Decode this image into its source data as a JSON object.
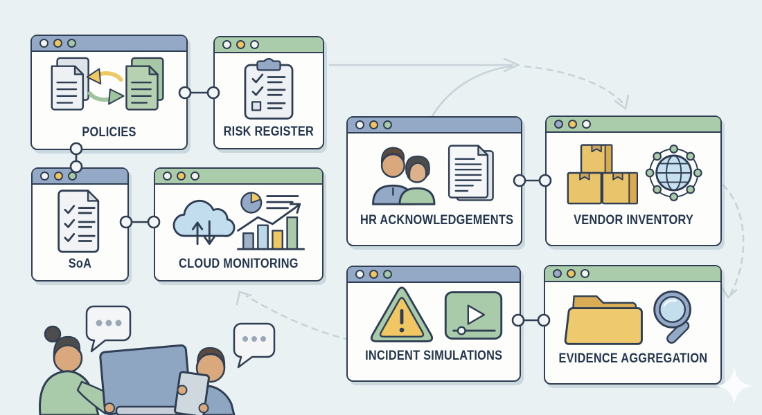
{
  "palette": {
    "background": "#e9f1f2",
    "card_bg": "#fdfdfb",
    "outline": "#2f3e53",
    "text": "#24364d",
    "bar_blue": "#93a9c6",
    "bar_green": "#abccab",
    "dot_white": "#f4f5f0",
    "dot_yellow": "#f0c660",
    "dot_green": "#a8c9a8",
    "dot_blue": "#9ba9c4",
    "arrow": "#c7d3d9",
    "accent_yellow": "#eec865",
    "accent_green": "#a9cba9",
    "accent_blue": "#93a9c6",
    "accent_blue_light": "#c2ddee",
    "doc_gray": "#eef1f3",
    "doc_green": "#b6d1b2",
    "box_amber": "#e9c46a",
    "folder_yellow": "#eec96d",
    "skin": "#d9a87c",
    "hair_dark": "#4c4c4c",
    "hair_brown": "#5b4a3e"
  },
  "cards": [
    {
      "id": "policies",
      "label": "POLICIES",
      "bar_color": "#93a9c6",
      "icon": "document-sync-icon",
      "dots": [
        "#f4f5f0",
        "#f0c660",
        "#a8c9a8"
      ]
    },
    {
      "id": "risk-register",
      "label": "RISK REGISTER",
      "bar_color": "#abccab",
      "icon": "clipboard-checklist-icon",
      "dots": [
        "#f4f5f0",
        "#f0c660",
        "#f4f5f0"
      ]
    },
    {
      "id": "soa",
      "label": "SoA",
      "bar_color": "#93a9c6",
      "icon": "checklist-document-icon",
      "dots": [
        "#f4f5f0",
        "#f0c660",
        "#a8c9a8"
      ]
    },
    {
      "id": "cloud-monitoring",
      "label": "CLOUD MONITORING",
      "bar_color": "#abccab",
      "icon": "cloud-analytics-icon",
      "dots": [
        "#f4f5f0",
        "#f0c660",
        "#f4f5f0"
      ]
    },
    {
      "id": "hr-acknowledgements",
      "label": "HR ACKNOWLEDGEMENTS",
      "bar_color": "#93a9c6",
      "icon": "people-document-icon",
      "dots": [
        "#f4f5f0",
        "#f0c660",
        "#a8c9a8"
      ]
    },
    {
      "id": "vendor-inventory",
      "label": "VENDOR INVENTORY",
      "bar_color": "#abccab",
      "icon": "boxes-globe-icon",
      "dots": [
        "#9ba9c4",
        "#f0c660",
        "#f4f5f0"
      ]
    },
    {
      "id": "incident-simulations",
      "label": "INCIDENT SIMULATIONS",
      "bar_color": "#93a9c6",
      "icon": "warning-video-player-icon",
      "dots": [
        "#f4f5f0",
        "#f0c660",
        "#a8c9a8"
      ]
    },
    {
      "id": "evidence-aggregation",
      "label": "EVIDENCE AGGREGATION",
      "bar_color": "#abccab",
      "icon": "folder-search-icon",
      "dots": [
        "#9ba9c4",
        "#f0c660",
        "#f4f5f0"
      ]
    }
  ],
  "scene": {
    "figures": [
      "woman-at-monitor",
      "man-with-tablet"
    ],
    "speech_bubbles": [
      {
        "content": "typing-dots"
      },
      {
        "content": "typing-dots"
      }
    ],
    "sparkle": true
  }
}
